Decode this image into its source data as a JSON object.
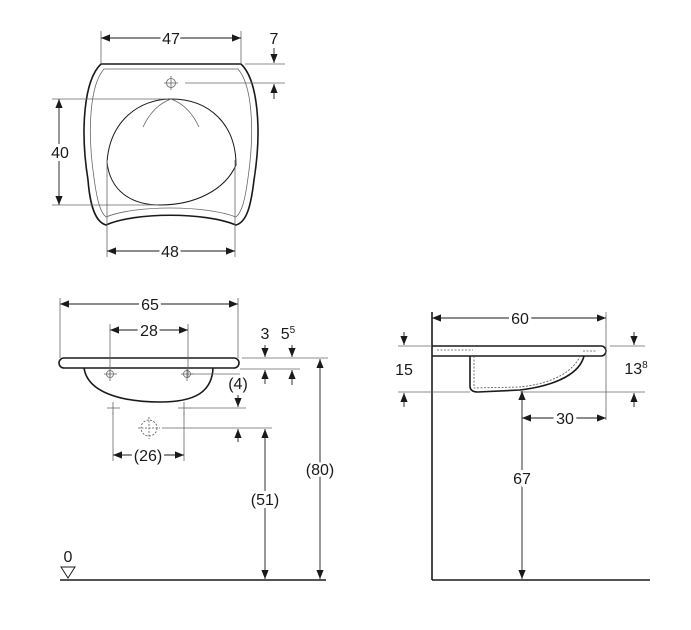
{
  "top_view": {
    "width_top": "47",
    "tap_offset": "7",
    "bowl_depth": "40",
    "width_front": "48"
  },
  "front_view": {
    "width": "65",
    "tap_spacing": "28",
    "rim_thickness": "3",
    "tap_height_base": "5",
    "tap_height_sup": "5",
    "trap_drop": "(4)",
    "drain_spacing": "(26)",
    "drain_height": "(51)",
    "rim_height": "(80)",
    "floor_label": "0"
  },
  "side_view": {
    "depth": "60",
    "height_left": "15",
    "height_right_base": "13",
    "height_right_sup": "8",
    "drain_offset": "30",
    "drain_height": "67"
  }
}
